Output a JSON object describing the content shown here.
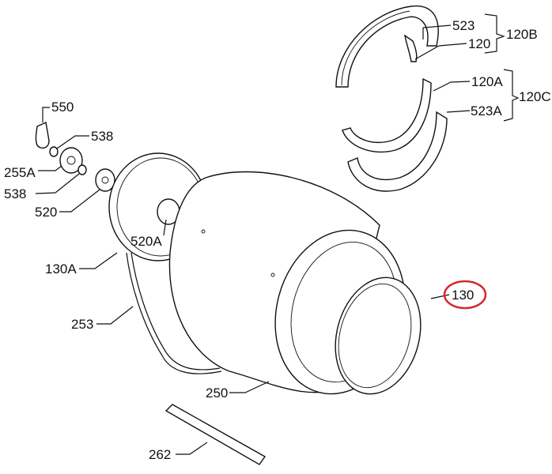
{
  "diagram": {
    "highlight_color": "#d9262b",
    "labels": {
      "l523": "523",
      "l120": "120",
      "l120B": "120B",
      "l120A": "120A",
      "l120C": "120C",
      "l523A": "523A",
      "l550": "550",
      "l538a": "538",
      "l255A": "255A",
      "l538b": "538",
      "l520": "520",
      "l520A": "520A",
      "l130A": "130A",
      "l253": "253",
      "l250": "250",
      "l262": "262",
      "l130": "130"
    }
  }
}
